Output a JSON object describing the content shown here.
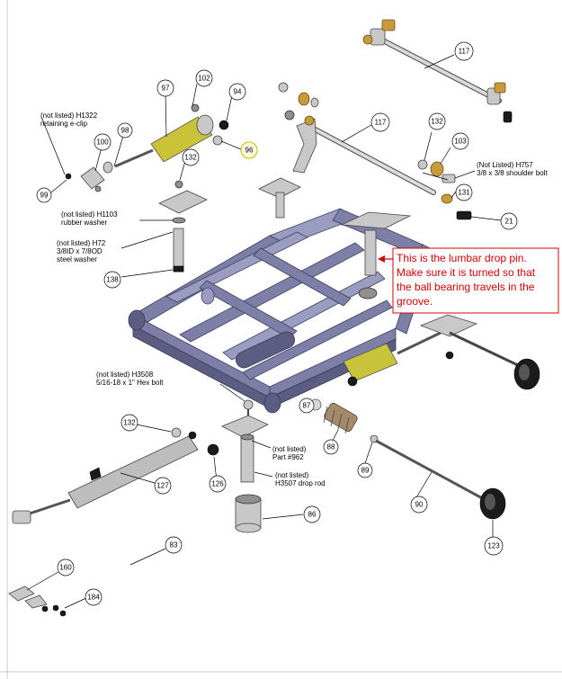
{
  "callouts": {
    "c117a": "117",
    "c117b": "117",
    "c102": "102",
    "c97": "97",
    "c94": "94",
    "c98": "98",
    "c100": "100",
    "c96": "96",
    "c99": "99",
    "c132a": "132",
    "c132b": "132",
    "c103": "103",
    "c131": "131",
    "c21": "21",
    "c138": "138",
    "c132c": "132",
    "c87": "87",
    "c88": "88",
    "c89": "89",
    "c90": "90",
    "c126": "126",
    "c127": "127",
    "c86": "86",
    "c83": "83",
    "c160": "160",
    "c184": "184",
    "c123": "123"
  },
  "labels": {
    "h1322_line1": "(not listed)  H1322",
    "h1322_line2": "retaining e-clip",
    "h1103_line1": "(not listed)  H1103",
    "h1103_line2": "rubber washer",
    "h72_line1": "(not listed)  H72",
    "h72_line2": "3/8ID  x  7/8OD",
    "h72_line3": "steel washer",
    "h757_line1": "(Not Listed)    H757",
    "h757_line2": "3/8  x  3/8 shoulder bolt",
    "h3508_line1": "(not listed)    H3508",
    "h3508_line2": "5/16-18  x  1\" Hex bolt",
    "p962_line1": "(not listed)",
    "p962_line2": "Part #962",
    "h3507_line1": "(not listed)",
    "h3507_line2": "H3507 drop rod"
  },
  "note": {
    "line1": "This is the lumbar drop pin.",
    "line2": "Make sure it is turned so that",
    "line3": "the ball bearing travels in the",
    "line4": "groove.",
    "color": "#d40000"
  },
  "colors": {
    "frame": "#7d7fa6",
    "cylinder": "#c9c33a",
    "highlight_callout": "#c9b800"
  }
}
